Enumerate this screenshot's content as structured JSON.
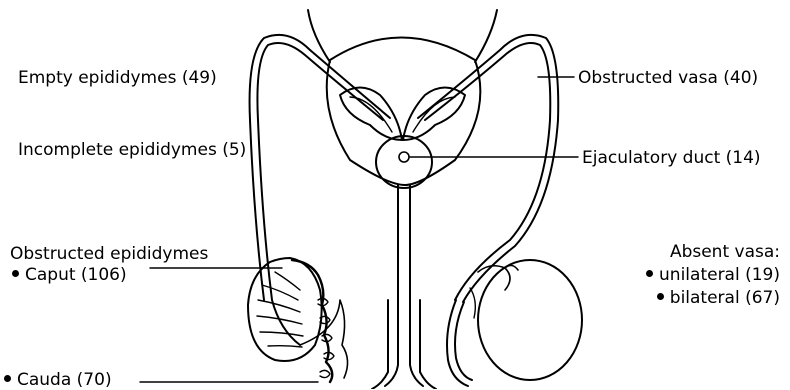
{
  "labels": {
    "empty_epididymes": "Empty epididymes (49)",
    "incomplete_epididymes": "Incomplete epididymes (5)",
    "obstructed_epididymes": "Obstructed epididymes",
    "caput": "Caput (106)",
    "cauda": "Cauda (70)",
    "obstructed_vasa": "Obstructed vasa (40)",
    "ejaculatory_duct": "Ejaculatory duct (14)",
    "absent_vasa": "Absent vasa:",
    "unilateral": "unilateral (19)",
    "bilateral": "bilateral (67)"
  },
  "colors": {
    "ink": "#000000",
    "background": "#ffffff"
  }
}
